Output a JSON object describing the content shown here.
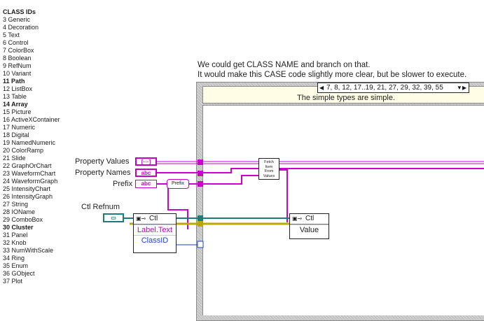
{
  "class_ids": [
    {
      "text": "CLASS IDs",
      "bold": true
    },
    {
      "text": "3 Generic",
      "bold": false
    },
    {
      "text": "4 Decoration",
      "bold": false
    },
    {
      "text": "5 Text",
      "bold": false
    },
    {
      "text": "6 Control",
      "bold": false
    },
    {
      "text": "7 ColorBox",
      "bold": false
    },
    {
      "text": "8 Boolean",
      "bold": false
    },
    {
      "text": "9 RefNum",
      "bold": false
    },
    {
      "text": "10 Variant",
      "bold": false
    },
    {
      "text": "11 Path",
      "bold": true
    },
    {
      "text": "12 ListBox",
      "bold": false
    },
    {
      "text": "13 Table",
      "bold": false
    },
    {
      "text": "14 Array",
      "bold": true
    },
    {
      "text": "15 Picture",
      "bold": false
    },
    {
      "text": "16 ActiveXContainer",
      "bold": false
    },
    {
      "text": "17 Numeric",
      "bold": false
    },
    {
      "text": "18 Digital",
      "bold": false
    },
    {
      "text": "19 NamedNumeric",
      "bold": false
    },
    {
      "text": "20 ColorRamp",
      "bold": false
    },
    {
      "text": "21 Slide",
      "bold": false
    },
    {
      "text": "22 GraphOrChart",
      "bold": false
    },
    {
      "text": "23 WaveformChart",
      "bold": false
    },
    {
      "text": "24 WaveformGraph",
      "bold": false
    },
    {
      "text": "25 IntensityChart",
      "bold": false
    },
    {
      "text": "26 IntensityGraph",
      "bold": false
    },
    {
      "text": "27 String",
      "bold": false
    },
    {
      "text": "28 IOName",
      "bold": false
    },
    {
      "text": "29 ComboBox",
      "bold": false
    },
    {
      "text": "30 Cluster",
      "bold": true
    },
    {
      "text": "31 Panel",
      "bold": false
    },
    {
      "text": "32 Knob",
      "bold": false
    },
    {
      "text": "33 NumWithScale",
      "bold": false
    },
    {
      "text": "34 Ring",
      "bold": false
    },
    {
      "text": "35 Enum",
      "bold": false
    },
    {
      "text": "36 GObject",
      "bold": false
    },
    {
      "text": "37 Plot",
      "bold": false
    }
  ],
  "comment": {
    "line1": "We could get CLASS NAME and branch on that.",
    "line2": "It would make this CASE code slightly more clear, but be slower to execute."
  },
  "case_structure": {
    "selector_value": "7, 8, 12, 17..19, 21, 27, 29, 32, 39, 55",
    "left_arrow": "◀",
    "right_arrow": "▼▶",
    "description": "The simple types are simple."
  },
  "terminals": {
    "property_values_label": "Property Values",
    "property_names_label": "Property Names",
    "prefix_label": "Prefix",
    "ctl_refnum_label": "Ctl Refnum",
    "string_glyph": "abc"
  },
  "prefix_const": "Prefix",
  "fetch_node": {
    "line1": "Fetch",
    "line2": "Item",
    "line3": "From",
    "line4": "Values"
  },
  "property_node_left": {
    "class": "Ctl",
    "prop1": "Label.Text",
    "prop2": "ClassID"
  },
  "property_node_right": {
    "class": "Ctl",
    "prop1": "Value"
  },
  "colors": {
    "string_wire": "#cc00cc",
    "refnum_wire": "#1f7a7a",
    "int_wire": "#1a3fd0",
    "error_wire": "#b8a800",
    "case_bg": "#fffde6"
  }
}
